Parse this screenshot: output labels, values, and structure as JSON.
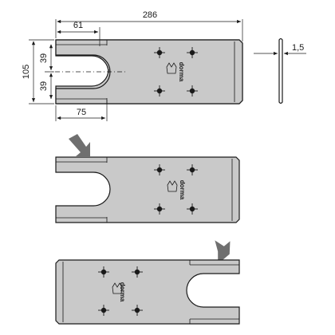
{
  "dimensions": {
    "total_length": "286",
    "slot_length": "61",
    "height": "105",
    "half_upper": "39",
    "half_lower": "39",
    "bottom_length": "75",
    "thickness": "1,5"
  },
  "logo_text": "dorma",
  "colors": {
    "plate": "#c9c9c9",
    "line": "#1a1a1a",
    "arrow": "#6f6f6f"
  }
}
